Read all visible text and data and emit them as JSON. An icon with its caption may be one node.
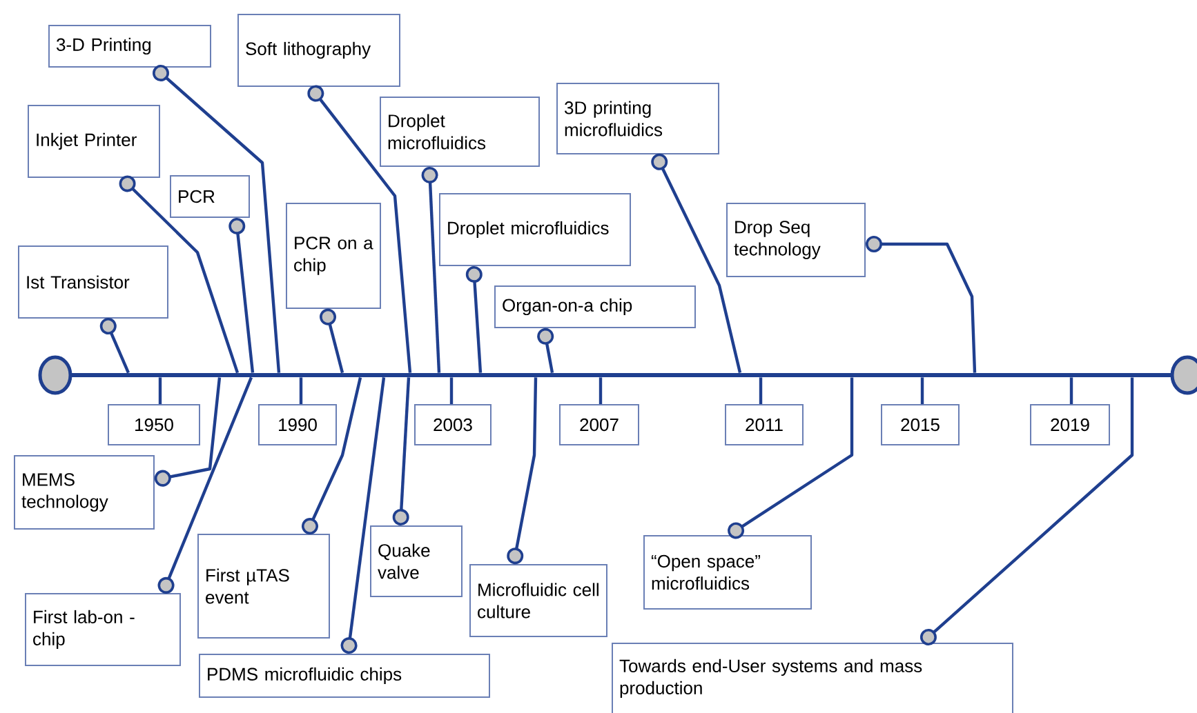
{
  "diagram": {
    "nodes": [
      {
        "text": [
          "3-D Printing"
        ]
      },
      {
        "text": [
          "Soft lithography"
        ]
      },
      {
        "text": [
          "Inkjet Printer"
        ]
      },
      {
        "text": [
          "PCR"
        ]
      },
      {
        "text": [
          "Ist Transistor"
        ]
      },
      {
        "text": [
          "PCR on a chip"
        ]
      },
      {
        "text": [
          "Droplet microfluidics"
        ]
      },
      {
        "text": [
          "Droplet microfluidics"
        ]
      },
      {
        "text": [
          "3D printing microfluidics"
        ]
      },
      {
        "text": [
          "Organ-on-a chip"
        ]
      },
      {
        "text": [
          "Drop Seq technology"
        ]
      },
      {
        "text": [
          "1950"
        ]
      },
      {
        "text": [
          "1990"
        ]
      },
      {
        "text": [
          "2003"
        ]
      },
      {
        "text": [
          "2007"
        ]
      },
      {
        "text": [
          "2011"
        ]
      },
      {
        "text": [
          "2015"
        ]
      },
      {
        "text": [
          "2019"
        ]
      },
      {
        "text": [
          "MEMS technology"
        ]
      },
      {
        "text": [
          "First µTAS event"
        ]
      },
      {
        "text": [
          "Quake valve"
        ]
      },
      {
        "text": [
          "Microfluidic cell culture"
        ]
      },
      {
        "text": [
          "“Open space” microfluidics"
        ]
      },
      {
        "text": [
          "First lab-on - chip"
        ]
      },
      {
        "text": [
          "PDMS microfluidic chips"
        ]
      },
      {
        "text": [
          "Towards end-User systems and mass production"
        ]
      },
      {
        "text": [],
        "shape": "bar"
      }
    ],
    "edges": [
      {
        "from": 0,
        "to": 26,
        "arrow": "other"
      },
      {
        "from": 1,
        "to": 26,
        "arrow": "other"
      },
      {
        "from": 2,
        "to": 26,
        "arrow": "other"
      },
      {
        "from": 3,
        "to": 26,
        "arrow": "other"
      },
      {
        "from": 4,
        "to": 26,
        "arrow": "other"
      },
      {
        "from": 5,
        "to": 26,
        "arrow": "other"
      },
      {
        "from": 6,
        "to": 26,
        "arrow": "other"
      },
      {
        "from": 7,
        "to": 26,
        "arrow": "other"
      },
      {
        "from": 8,
        "to": 26,
        "arrow": "other"
      },
      {
        "from": 9,
        "to": 26,
        "arrow": "other"
      },
      {
        "from": 10,
        "to": 26,
        "arrow": "other"
      },
      {
        "from": 11,
        "to": 26,
        "arrow": "none"
      },
      {
        "from": 12,
        "to": 26,
        "arrow": "none"
      },
      {
        "from": 13,
        "to": 26,
        "arrow": "none"
      },
      {
        "from": 14,
        "to": 26,
        "arrow": "none"
      },
      {
        "from": 15,
        "to": 26,
        "arrow": "none"
      },
      {
        "from": 16,
        "to": 26,
        "arrow": "none"
      },
      {
        "from": 17,
        "to": 26,
        "arrow": "none"
      },
      {
        "from": 18,
        "to": 26,
        "arrow": "other"
      },
      {
        "from": 19,
        "to": 26,
        "arrow": "other"
      },
      {
        "from": 20,
        "to": 26,
        "arrow": "other"
      },
      {
        "from": 21,
        "to": 26,
        "arrow": "other"
      },
      {
        "from": 22,
        "to": 26,
        "arrow": "other"
      },
      {
        "from": 23,
        "to": 26,
        "arrow": "other"
      },
      {
        "from": 24,
        "to": 26,
        "arrow": "other"
      },
      {
        "from": 25,
        "to": 26,
        "arrow": "other"
      }
    ]
  }
}
